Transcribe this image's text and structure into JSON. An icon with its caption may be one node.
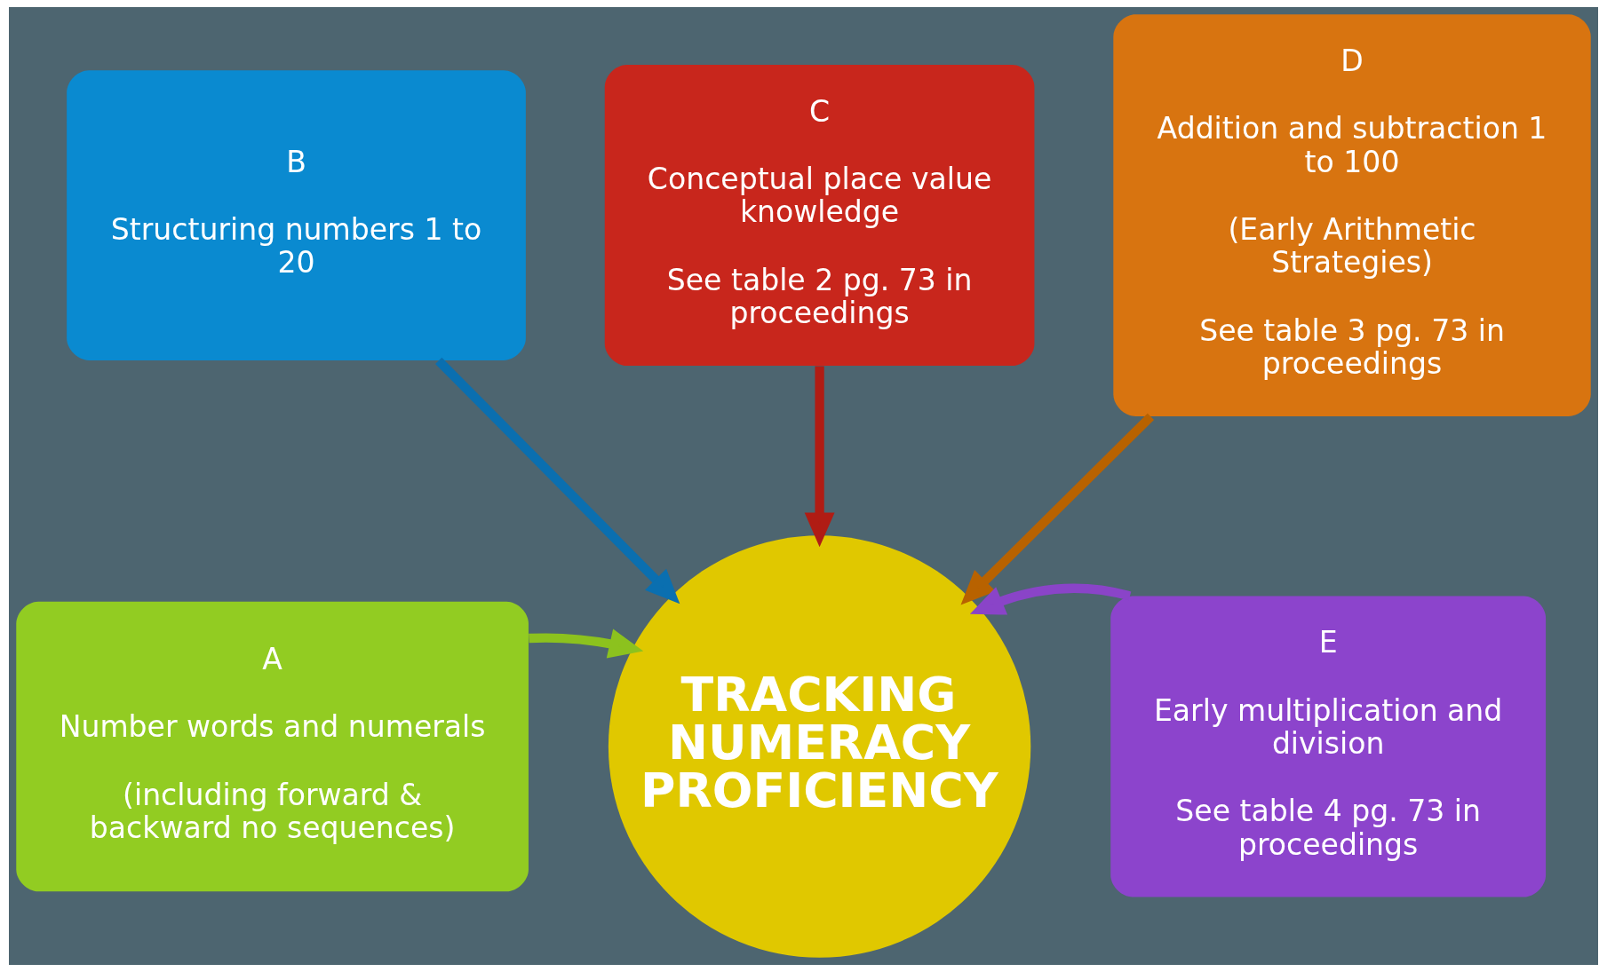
{
  "diagram": {
    "nodes": [
      {
        "text": [
          "C",
          "Conceptual place value knowledge",
          "See table 2 pg. 73 in proceedings"
        ]
      },
      {
        "text": [
          "B",
          "Structuring numbers 1 to 20"
        ]
      },
      {
        "text": [
          "D",
          "Addition and subtraction 1 to 100",
          "(Early Arithmetic Strategies)",
          "See table 3 pg. 73 in proceedings"
        ]
      },
      {
        "text": [
          "A",
          "Number words and numerals",
          "(including forward & backward no sequences)"
        ]
      },
      {
        "text": [
          "TRACKING NUMERACY PROFICIENCY"
        ]
      },
      {
        "text": [
          "E",
          "Early multiplication and division",
          "See table 4 pg. 73 in proceedings"
        ]
      }
    ],
    "edges": [
      {
        "from": 0,
        "to": 4,
        "arrow": "to",
        "color": "#b01c14"
      },
      {
        "from": 1,
        "to": 4,
        "arrow": "to",
        "color": "#0a6fb0"
      },
      {
        "from": 2,
        "to": 4,
        "arrow": "to",
        "color": "#b86200"
      },
      {
        "from": 3,
        "to": 4,
        "arrow": "to",
        "color": "#8cc21e"
      },
      {
        "from": 5,
        "to": 4,
        "arrow": "to",
        "color": "#8a44c8"
      }
    ]
  }
}
